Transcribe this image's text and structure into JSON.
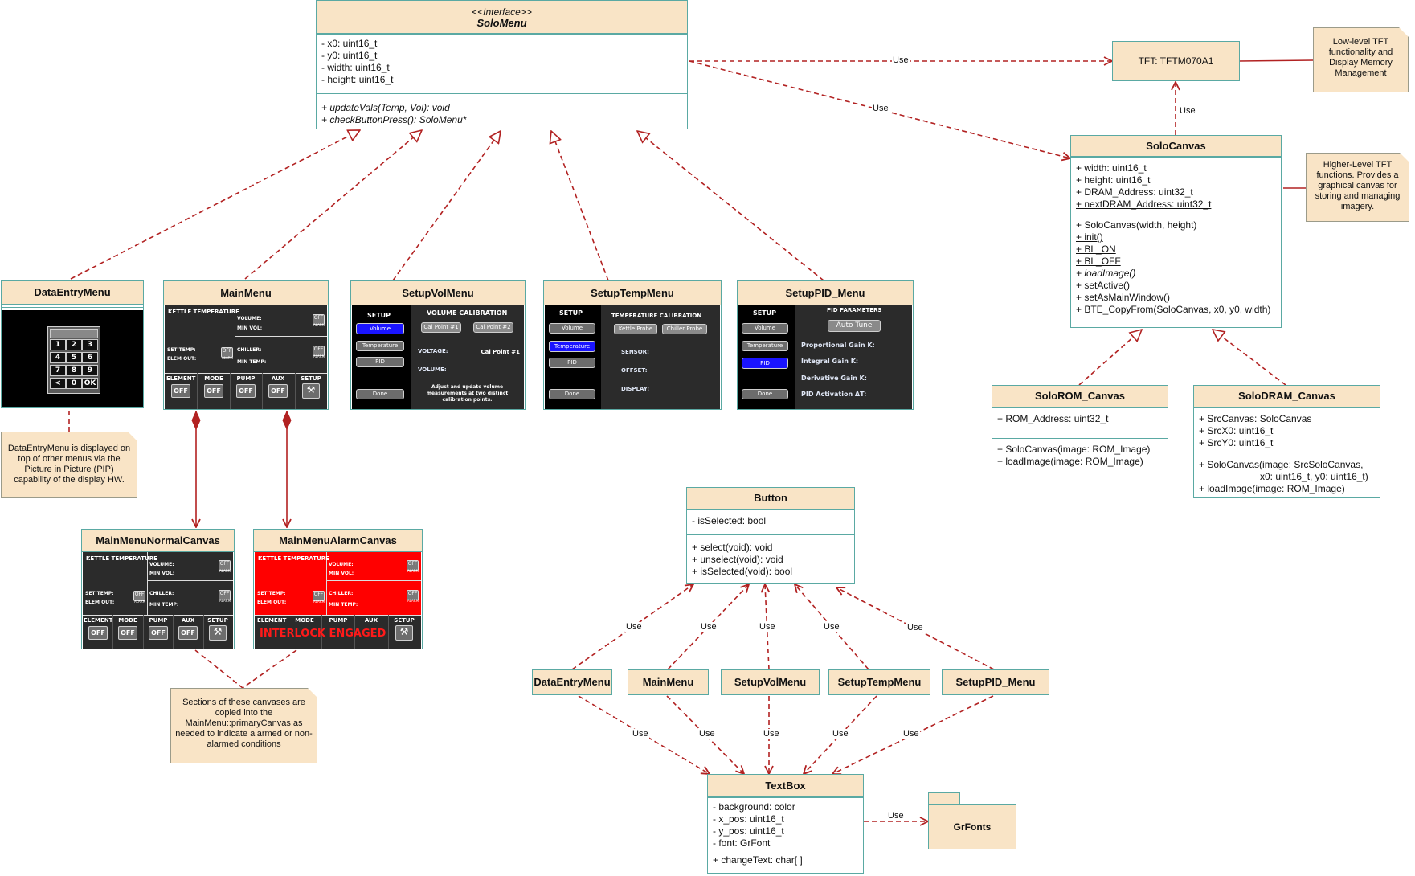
{
  "solomenu": {
    "stereotype": "<<Interface>>",
    "name": "SoloMenu",
    "attributes": [
      "- x0: uint16_t",
      "- y0: uint16_t",
      "- width: uint16_t",
      "- height: uint16_t"
    ],
    "methods": [
      "+ updateVals(Temp, Vol): void",
      "+ checkButtonPress(): SoloMenu*"
    ]
  },
  "tft": {
    "name": "TFT: TFTM070A1"
  },
  "tft_note": "Low-level TFT functionality and Display Memory Management",
  "solocanvas": {
    "name": "SoloCanvas",
    "attributes": [
      "+ width: uint16_t",
      "+ height: uint16_t",
      "+ DRAM_Address: uint32_t",
      "+ nextDRAM_Address: uint32_t"
    ],
    "methods": [
      "+ SoloCanvas(width, height)",
      "+ init()",
      "+ BL_ON",
      "+ BL_OFF",
      "+ loadImage()",
      "+ setActive()",
      "+ setAsMainWindow()",
      "+ BTE_CopyFrom(SoloCanvas, x0, y0, width)"
    ]
  },
  "solocanvas_note": "Higher-Level TFT functions. Provides a graphical canvas for storing and managing imagery.",
  "solorom": {
    "name": "SoloROM_Canvas",
    "attributes": [
      "+ ROM_Address: uint32_t"
    ],
    "methods": [
      "+ SoloCanvas(image: ROM_Image)",
      "+ loadImage(image: ROM_Image)"
    ]
  },
  "solodram": {
    "name": "SoloDRAM_Canvas",
    "attributes": [
      "+ SrcCanvas: SoloCanvas",
      "+ SrcX0: uint16_t",
      "+ SrcY0: uint16_t"
    ],
    "methods": [
      "+ SoloCanvas(image: SrcSoloCanvas,",
      "x0: uint16_t, y0: uint16_t)",
      "+ loadImage(image: ROM_Image)"
    ]
  },
  "menus": {
    "dataentry": "DataEntryMenu",
    "main": "MainMenu",
    "setupvol": "SetupVolMenu",
    "setuptemp": "SetupTempMenu",
    "setuppid": "SetupPID_Menu"
  },
  "dataentry_note": "DataEntryMenu is displayed on top of other menus via the Picture in Picture (PIP) capability of the display HW.",
  "keypad": [
    "1",
    "2",
    "3",
    "4",
    "5",
    "6",
    "7",
    "8",
    "9",
    "<",
    "0",
    "OK"
  ],
  "main_screen": {
    "kettle": "KETTLE TEMPERATURE",
    "volume": "VOLUME:",
    "min_vol": "MIN VOL:",
    "set_temp": "SET TEMP:",
    "elem_out": "ELEM OUT:",
    "chiller": "CHILLER:",
    "min_temp": "MIN TEMP:",
    "off": "OFF",
    "alarm": "ALARM",
    "tabs": [
      "ELEMENT",
      "MODE",
      "PUMP",
      "AUX",
      "SETUP"
    ],
    "interlock": "INTERLOCK ENGAGED"
  },
  "setup_screen": {
    "setup": "SETUP",
    "volume": "Volume",
    "temperature": "Temperature",
    "pid": "PID",
    "done": "Done",
    "vol_cal_title": "VOLUME CALIBRATION",
    "cal1": "Cal Point #1",
    "cal2": "Cal Point #2",
    "voltage": "VOLTAGE:",
    "vol_label": "VOLUME:",
    "cal_point_value": "Cal Point #1",
    "vol_help": "Adjust and update volume measurements at two distinct calibration points.",
    "temp_cal_title": "TEMPERATURE CALIBRATION",
    "kettle_probe": "Kettle Probe",
    "chiller_probe": "Chiller Probe",
    "sensor": "SENSOR:",
    "offset": "OFFSET:",
    "display": "DISPLAY:",
    "pid_title": "PID PARAMETERS",
    "auto_tune": "Auto Tune",
    "prop": "Proportional Gain K:",
    "integ": "Integral Gain K:",
    "deriv": "Derivative Gain K:",
    "pid_act": "PID Activation ΔT:"
  },
  "normal_canvas": {
    "name": "MainMenuNormalCanvas"
  },
  "alarm_canvas": {
    "name": "MainMenuAlarmCanvas"
  },
  "canvas_note": "Sections of these canvases are copied into the MainMenu::primaryCanvas as needed to indicate alarmed or non-alarmed conditions",
  "button": {
    "name": "Button",
    "attributes": [
      "- isSelected: bool"
    ],
    "methods": [
      "+ select(void): void",
      "+ unselect(void): void",
      "+ isSelected(void): bool"
    ]
  },
  "bottom_menus": [
    "DataEntryMenu",
    "MainMenu",
    "SetupVolMenu",
    "SetupTempMenu",
    "SetupPID_Menu"
  ],
  "textbox": {
    "name": "TextBox",
    "attributes": [
      "- background: color",
      "- x_pos: uint16_t",
      "- y_pos: uint16_t",
      "- font: GrFont"
    ],
    "methods": [
      "+ changeText: char[ ]"
    ]
  },
  "grfonts": "GrFonts",
  "use_label": "Use",
  "colors": {
    "header": "#f9e4c6",
    "border": "#5aa9a3",
    "arrow": "#b22222",
    "alarm_red": "#ff0000",
    "screen": "#2b2b2b"
  }
}
